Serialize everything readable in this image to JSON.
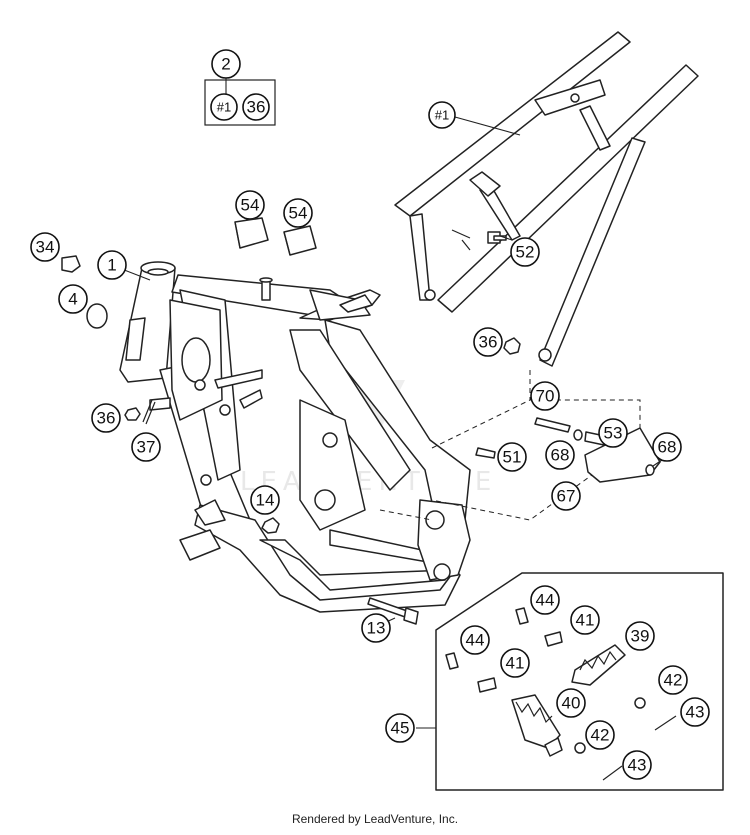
{
  "diagram": {
    "callouts": {
      "c2": "2",
      "c_ref1_kit": "#1",
      "c36_kit": "36",
      "c_ref1_sub": "#1",
      "c54a": "54",
      "c54b": "54",
      "c34": "34",
      "c1": "1",
      "c4": "4",
      "c52": "52",
      "c36_a": "36",
      "c36_b": "36",
      "c37": "37",
      "c70": "70",
      "c53": "53",
      "c51": "51",
      "c68_a": "68",
      "c68_b": "68",
      "c67": "67",
      "c14": "14",
      "c13": "13",
      "c44_a": "44",
      "c41_a": "41",
      "c39": "39",
      "c44_b": "44",
      "c41_b": "41",
      "c42_a": "42",
      "c43_a": "43",
      "c40": "40",
      "c45": "45",
      "c42_b": "42",
      "c43_b": "43"
    },
    "watermark": "LEADVENTURE"
  },
  "footer": {
    "text": "Rendered by LeadVenture, Inc."
  }
}
